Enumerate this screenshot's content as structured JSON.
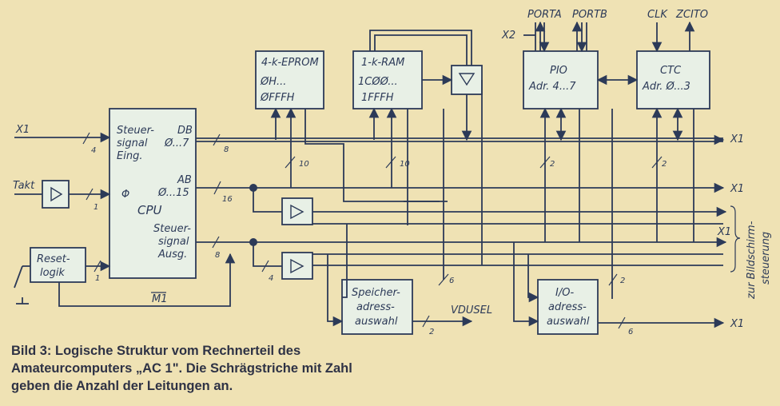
{
  "blocks": {
    "cpu": {
      "title": "CPU",
      "steuer_eing": [
        "Steuer-",
        "signal",
        "Eing."
      ],
      "phi": "Φ",
      "db": "DB",
      "db_range": "Ø...7",
      "ab": "AB",
      "ab_range": "Ø...15",
      "steuer_ausg": [
        "Steuer-",
        "signal",
        "Ausg."
      ]
    },
    "eprom": {
      "title": "4-k-EPROM",
      "line1": "ØH...",
      "line2": "ØFFFH"
    },
    "ram": {
      "title": "1-k-RAM",
      "line1": "1CØØ...",
      "line2": "1FFFH"
    },
    "pio": {
      "title": "PIO",
      "addr": "Adr. 4...7"
    },
    "ctc": {
      "title": "CTC",
      "addr": "Adr. Ø...3"
    },
    "reset": {
      "line1": "Reset-",
      "line2": "logik"
    },
    "speicher": {
      "lines": [
        "Speicher-",
        "adress-",
        "auswahl"
      ]
    },
    "io": {
      "lines": [
        "I/O-",
        "adress-",
        "auswahl"
      ]
    }
  },
  "signals": {
    "x1": "X1",
    "x2": "X2",
    "takt": "Takt",
    "porta": "PORTA",
    "portb": "PORTB",
    "clk": "CLK",
    "zcito": "ZCITO",
    "m1": "M1",
    "vdusel": "VDUSEL",
    "bildschirm": "zur Bildschirm-",
    "steuerung": "steuerung"
  },
  "counts": {
    "db": "8",
    "ab": "16",
    "ctrl": "8",
    "eprom_ab": "10",
    "ram_ab": "10",
    "pio": "2",
    "ctc": "2",
    "speicher_in": "6",
    "speicher_out": "2",
    "io_in": "2",
    "io_out": "6",
    "buf2": "4",
    "steuer_eing": "4",
    "takt": "1",
    "reset": "1"
  },
  "icons": {
    "buffer": "buffer-triangle-icon",
    "switch": "reset-switch-icon"
  },
  "caption": "Bild 3: Logische Struktur vom Rechnerteil des Amateurcomputers „AC 1\". Die Schrägstriche mit Zahl geben die Anzahl der Leitungen an.",
  "colors": {
    "background": "#efe2b4",
    "line": "#2c3a58",
    "block": "#e8f0e6"
  }
}
